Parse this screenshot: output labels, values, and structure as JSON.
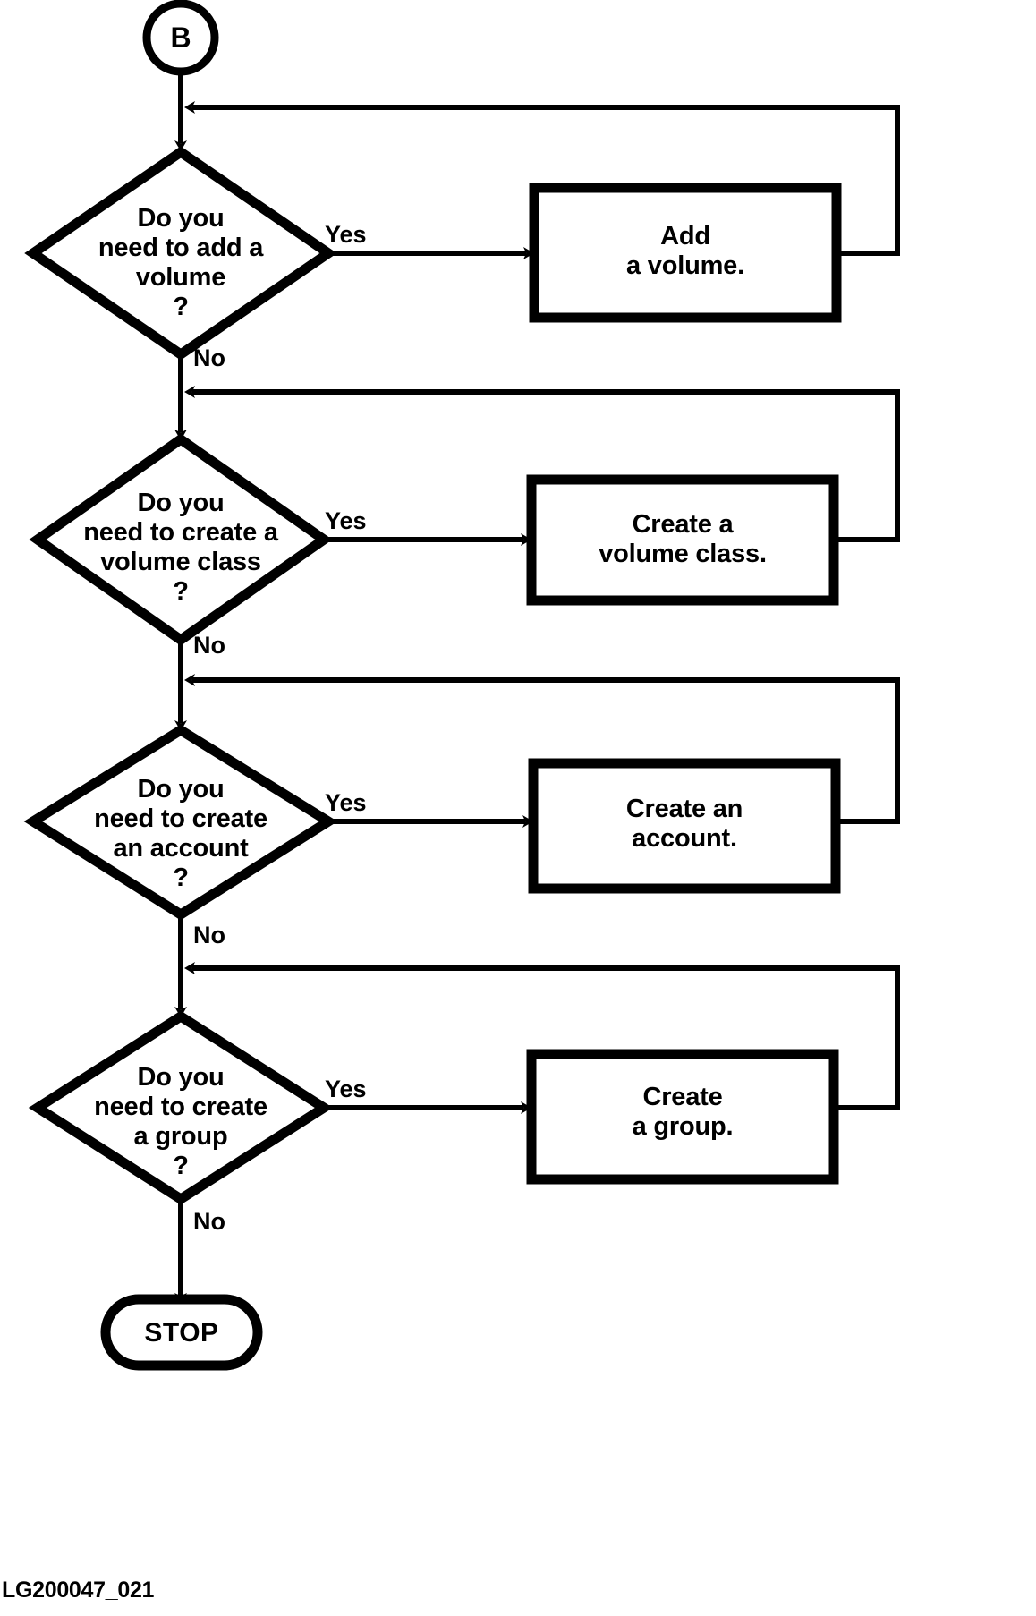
{
  "figure": {
    "caption": "LG200047_021",
    "type": "flowchart",
    "orientation": "vertical",
    "background_color": "#ffffff",
    "line_color": "#000000"
  },
  "connector": {
    "label": "B",
    "shape": "circle"
  },
  "terminator": {
    "label": "STOP",
    "shape": "stadium"
  },
  "edge_labels": {
    "yes": "Yes",
    "no": "No"
  },
  "steps": [
    {
      "id": "add-volume",
      "decision_lines": [
        "Do you",
        "need to add a",
        "volume",
        "?"
      ],
      "decision_text": "Do you need to add a volume ?",
      "yes_label": "Yes",
      "no_label": "No",
      "process_lines": [
        "Add",
        "a volume."
      ],
      "process_text": "Add a volume."
    },
    {
      "id": "create-volume-class",
      "decision_lines": [
        "Do you",
        "need to create a",
        "volume class",
        "?"
      ],
      "decision_text": "Do you need to create a volume class ?",
      "yes_label": "Yes",
      "no_label": "No",
      "process_lines": [
        "Create a",
        "volume class."
      ],
      "process_text": "Create a volume class."
    },
    {
      "id": "create-account",
      "decision_lines": [
        "Do you",
        "need to create",
        "an account",
        "?"
      ],
      "decision_text": "Do you need to create an account ?",
      "yes_label": "Yes",
      "no_label": "No",
      "process_lines": [
        "Create an",
        "account."
      ],
      "process_text": "Create an account."
    },
    {
      "id": "create-group",
      "decision_lines": [
        "Do you",
        "need to create",
        "a group",
        "?"
      ],
      "decision_text": "Do you need to create a group ?",
      "yes_label": "Yes",
      "no_label": "No",
      "process_lines": [
        "Create",
        "a group."
      ],
      "process_text": "Create a group."
    }
  ],
  "text": {
    "d0l0": "Do you",
    "d0l1": "need to add a",
    "d0l2": "volume",
    "d0l3": "?",
    "b0l0": "Add",
    "b0l1": "a volume.",
    "d1l0": "Do you",
    "d1l1": "need to create a",
    "d1l2": "volume class",
    "d1l3": "?",
    "b1l0": "Create a",
    "b1l1": "volume class.",
    "d2l0": "Do you",
    "d2l1": "need to create",
    "d2l2": "an account",
    "d2l3": "?",
    "b2l0": "Create an",
    "b2l1": "account.",
    "d3l0": "Do you",
    "d3l1": "need to create",
    "d3l2": "a group",
    "d3l3": "?",
    "b3l0": "Create",
    "b3l1": "a group.",
    "yes0": "Yes",
    "yes1": "Yes",
    "yes2": "Yes",
    "yes3": "Yes",
    "no0": "No",
    "no1": "No",
    "no2": "No",
    "no3": "No"
  }
}
